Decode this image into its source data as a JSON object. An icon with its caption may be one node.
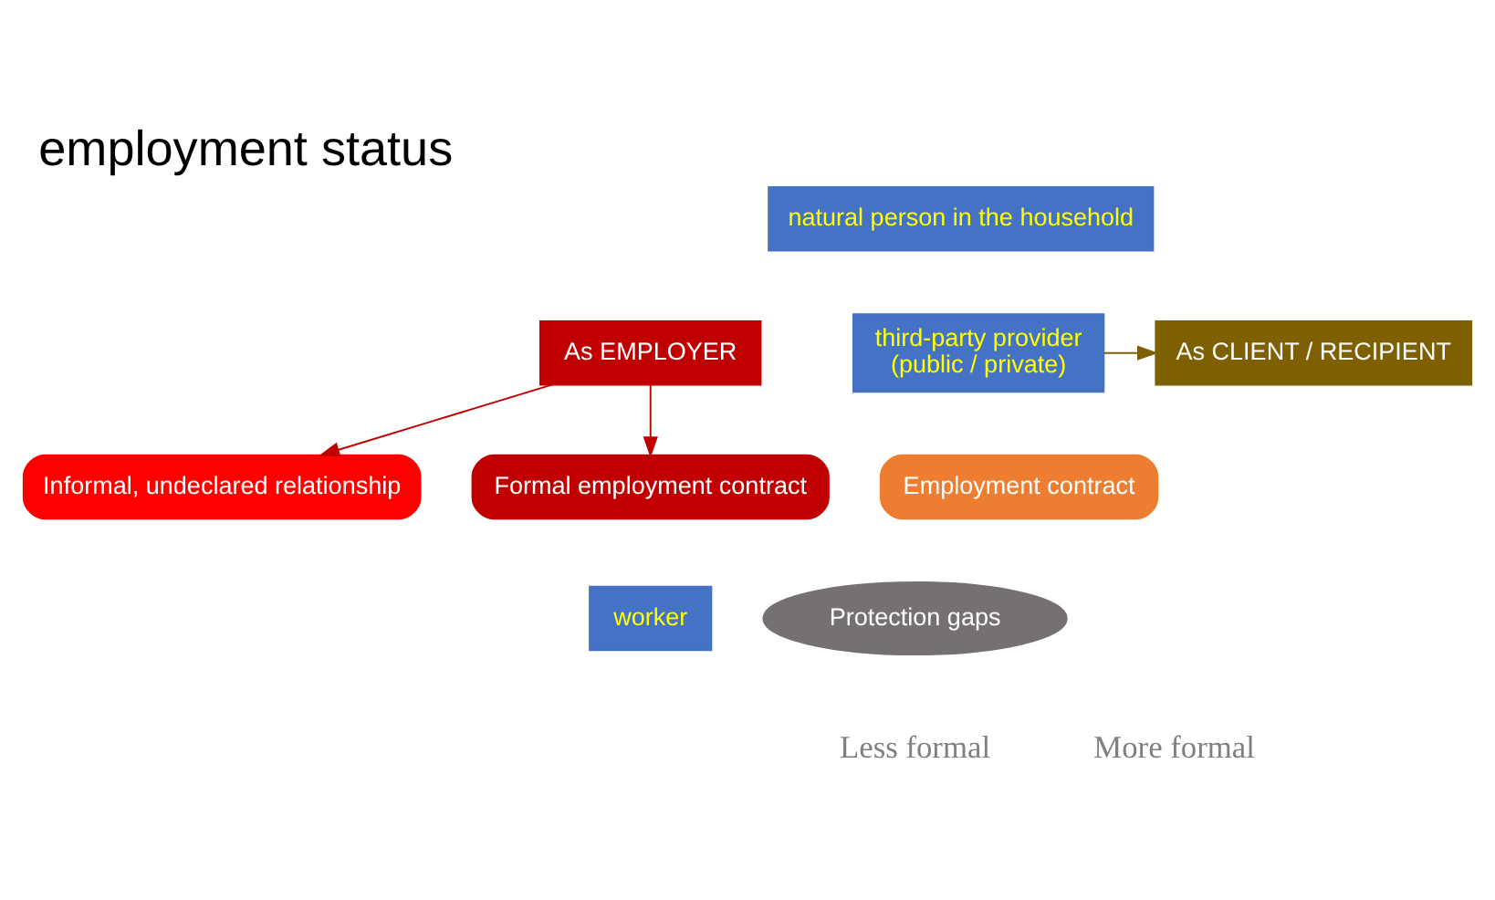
{
  "diagram": {
    "title": "employment status",
    "nodes": [
      {
        "text": [
          "natural person in the household"
        ]
      },
      {
        "text": [
          "As EMPLOYER"
        ]
      },
      {
        "text": [
          "As CLIENT / RECIPIENT"
        ]
      },
      {
        "text": [
          "Informal, undeclared relationship"
        ]
      },
      {
        "text": [
          "Formal employment contract"
        ]
      },
      {
        "text": [
          "third-party provider",
          "(public / private)"
        ]
      },
      {
        "text": [
          "Employment contract"
        ]
      },
      {
        "text": [
          "worker"
        ]
      },
      {
        "text": [
          "Protection gaps"
        ]
      }
    ],
    "edges": [
      {
        "from": 1,
        "to": 3,
        "arrow": "to",
        "color": "#c00000"
      },
      {
        "from": 1,
        "to": 4,
        "arrow": "to",
        "color": "#c00000"
      },
      {
        "from": 5,
        "to": 2,
        "arrow": "to",
        "color": "#7f6000"
      }
    ],
    "labels": [
      "Less formal",
      "More formal"
    ]
  }
}
